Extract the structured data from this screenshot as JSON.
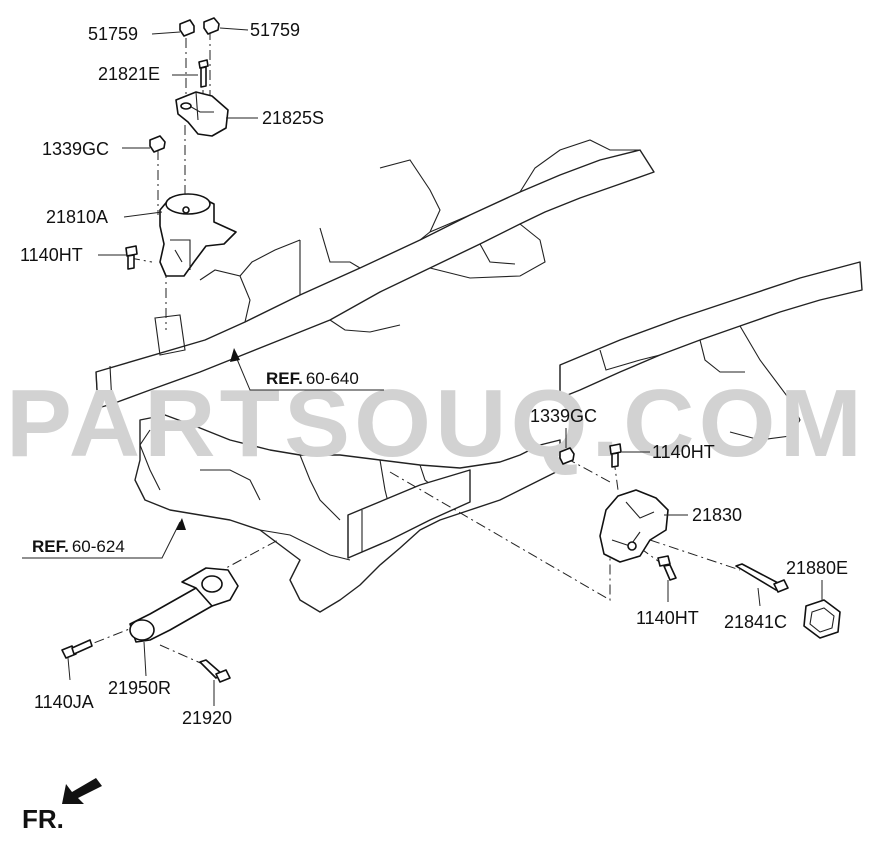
{
  "watermark": "PARTSOUQ.COM",
  "parts": {
    "p51759_left": "51759",
    "p51759_right": "51759",
    "p21821E": "21821E",
    "p21825S": "21825S",
    "p1339GC_top": "1339GC",
    "p21810A": "21810A",
    "p1140HT_left": "1140HT",
    "p1339GC_right": "1339GC",
    "p1140HT_right": "1140HT",
    "p21830": "21830",
    "p1140HT_lower": "1140HT",
    "p21841C": "21841C",
    "p21880E": "21880E",
    "p1140JA": "1140JA",
    "p21950R": "21950R",
    "p21920": "21920"
  },
  "refs": {
    "ref1": {
      "prefix": "REF.",
      "number": "60-640"
    },
    "ref2": {
      "prefix": "REF.",
      "number": "60-624"
    }
  },
  "front_indicator": "FR."
}
